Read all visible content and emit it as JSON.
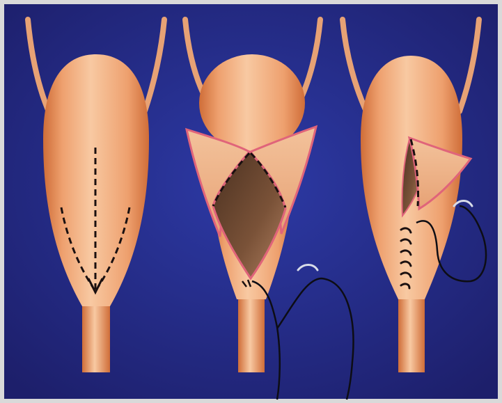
{
  "figure": {
    "panel_count": 3,
    "panels": [
      {
        "name": "step-1-planned-incisions"
      },
      {
        "name": "step-2-opened-flaps-suture-start"
      },
      {
        "name": "step-3-closure-in-progress"
      }
    ]
  },
  "colors": {
    "background_outer": "#1d1f6b",
    "background_inner": "#2d3aa6",
    "organ_light": "#f8c9a2",
    "organ_mid": "#eea06e",
    "organ_dark": "#cf6d38",
    "flap_edge": "#e0647a",
    "cavity_dark": "#4a3020",
    "cavity_light": "#b08060",
    "dashed_line": "#1a1010",
    "suture": "#0d0d14",
    "needle": "#d8dce8",
    "frame_border": "#d9d9d9"
  }
}
